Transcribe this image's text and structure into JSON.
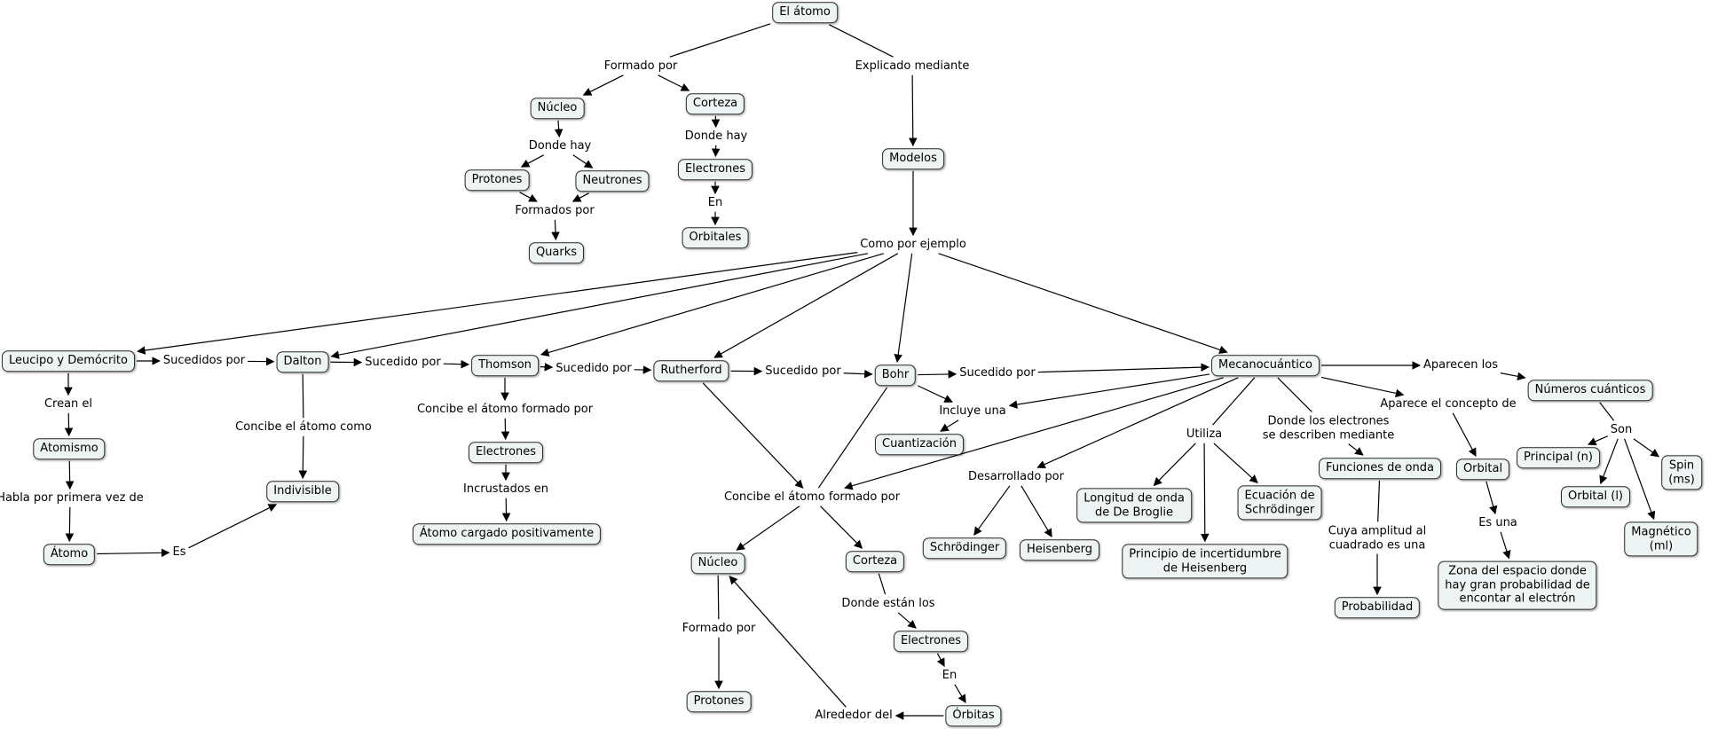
{
  "concepts": {
    "atomo_root": "El átomo",
    "nucleo1": "Núcleo",
    "corteza1": "Corteza",
    "protones1": "Protones",
    "neutrones": "Neutrones",
    "quarks": "Quarks",
    "electrones1": "Electrones",
    "orbitales": "Orbitales",
    "modelos": "Modelos",
    "leucipo": "Leucipo y Demócrito",
    "atomismo": "Atomismo",
    "atomo2": "Átomo",
    "dalton": "Dalton",
    "indivisible": "Indivisible",
    "thomson": "Thomson",
    "electrones2": "Electrones",
    "cargado": "Átomo cargado positivamente",
    "rutherford": "Rutherford",
    "bohr": "Bohr",
    "cuantizacion": "Cuantización",
    "nucleo2": "Núcleo",
    "protones2": "Protones",
    "corteza2": "Corteza",
    "electrones3": "Electrones",
    "orbitas": "Órbitas",
    "mecano": "Mecanocuántico",
    "schrodinger": "Schrödinger",
    "heisenberg": "Heisenberg",
    "debroglie": "Longitud de onda\nde De Broglie",
    "incertidumbre": "Principio de incertidumbre\nde Heisenberg",
    "ecuacion": "Ecuación de\nSchrödinger",
    "funciones": "Funciones de onda",
    "probabilidad": "Probabilidad",
    "orbital": "Orbital",
    "zona": "Zona del espacio donde\nhay gran probabilidad de\nencontar al electrón",
    "numeros": "Números cuánticos",
    "principal": "Principal (n)",
    "orbital_l": "Orbital (l)",
    "spin": "Spin (ms)",
    "magnetico": "Magnético (ml)"
  },
  "linking_phrases": {
    "formado_por": "Formado por",
    "explicado": "Explicado mediante",
    "donde_hay1": "Donde hay",
    "formados_por": "Formados por",
    "donde_hay2": "Donde hay",
    "en1": "En",
    "como_ejemplo": "Como por ejemplo",
    "sucedidos_por": "Sucedidos por",
    "crean_el": "Crean el",
    "habla": "Habla por primera vez de",
    "es1": "Es",
    "sucedido_por1": "Sucedido por",
    "concibe_como": "Concibe el átomo como",
    "sucedido_por2": "Sucedido por",
    "concibe_thomson": "Concibe el átomo formado por",
    "incrustados": "Incrustados en",
    "sucedido_por3": "Sucedido por",
    "concibe_ruth": "Concibe el átomo formado por",
    "formado_por2": "Formado por",
    "donde_estan": "Donde están los",
    "en2": "En",
    "alrededor": "Alrededor del",
    "sucedido_por4": "Sucedido por",
    "incluye": "Incluye una",
    "desarrollado": "Desarrollado por",
    "utiliza": "Utiliza",
    "donde_electrones": "Donde los electrones\nse describen mediante",
    "cuya": "Cuya amplitud al\ncuadrado es una",
    "aparece": "Aparece el concepto de",
    "es_una": "Es una",
    "aparecen": "Aparecen los",
    "son": "Son"
  },
  "colors": {
    "node_fill": "#eef4f4",
    "node_border": "#2b2b2b",
    "edge": "#000000"
  }
}
